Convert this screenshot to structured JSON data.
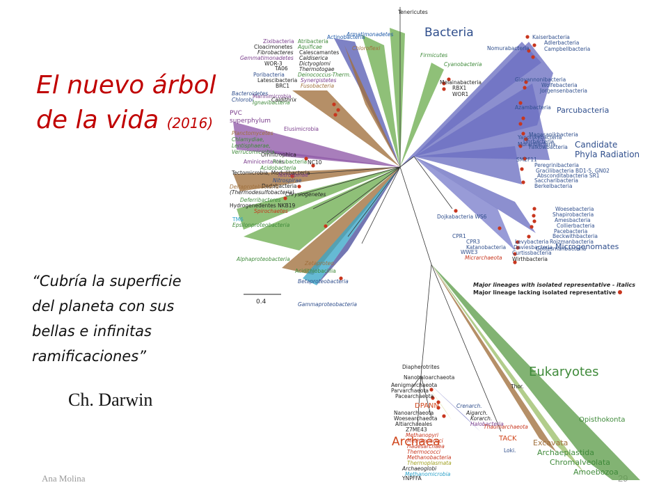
{
  "slide": {
    "title_line1": "El nuevo árbol",
    "title_line2": "de la vida",
    "title_year": "(2016)",
    "quote_lines": [
      "“Cubría la superficie",
      "del planeta con sus",
      "bellas e infinitas",
      "ramificaciones”"
    ],
    "author": "Ch. Darwin",
    "footer": "Ana Molina",
    "page_number": "29"
  },
  "tree": {
    "big_labels": {
      "bacteria": "Bacteria",
      "parcubacteria": "Parcubacteria",
      "cpr_line1": "Candidate",
      "cpr_line2": "Phyla Radiation",
      "microgenomates": "Microgenomates",
      "eukaryotes": "Eukaryotes",
      "archaea": "Archaea",
      "dpann": "DPANN",
      "tack": "TACK",
      "pvc_line1": "PVC",
      "pvc_line2": "superphylum",
      "scale": "0.4"
    },
    "legend": {
      "line1": "Major lineages with isolated representative - italics",
      "line2": "Major lineage lacking isolated representative -"
    },
    "eukaryote_groups": [
      "Opisthokonta",
      "Excavata",
      "Archaeplastida",
      "Chromalveolata",
      "Amoebozoa"
    ],
    "colors": {
      "bacteria_purple": "#6b6fc2",
      "green": "#6fae52",
      "brown": "#a0703c",
      "red_dot": "#c8361e",
      "title_red": "#c00000",
      "label_blue": "#2f4e8c",
      "euk_green": "#3f8a3a",
      "archaea_orange": "#d0461c"
    },
    "labels": [
      {
        "t": "Tenericutes",
        "c": "#222",
        "i": false
      },
      {
        "t": "Actinobacteria",
        "c": "#1f5aa8",
        "i": false
      },
      {
        "t": "Armatimonadetes",
        "c": "#1f5aa8",
        "i": true
      },
      {
        "t": "Chloroflexi",
        "c": "#a0703c",
        "i": true
      },
      {
        "t": "Firmicutes",
        "c": "#3f8a3a",
        "i": true
      },
      {
        "t": "Cyanobacteria",
        "c": "#3f8a3a",
        "i": true
      },
      {
        "t": "Melainabacteria",
        "c": "#222",
        "i": false
      },
      {
        "t": "RBX1",
        "c": "#222",
        "i": false
      },
      {
        "t": "WOR1",
        "c": "#222",
        "i": false
      },
      {
        "t": "Zixibacteria",
        "c": "#7a3d8c",
        "i": false
      },
      {
        "t": "Cloacimonetes",
        "c": "#222",
        "i": false
      },
      {
        "t": "Fibrobacteres",
        "c": "#222",
        "i": true
      },
      {
        "t": "Gemmatimonadetes",
        "c": "#7a3d8c",
        "i": true
      },
      {
        "t": "WOR-3",
        "c": "#222",
        "i": false
      },
      {
        "t": "TA06",
        "c": "#222",
        "i": false
      },
      {
        "t": "Poribacteria",
        "c": "#2f4e8c",
        "i": false
      },
      {
        "t": "Latescibacteria",
        "c": "#222",
        "i": false
      },
      {
        "t": "BRC1",
        "c": "#222",
        "i": false
      },
      {
        "t": "Marinimicrobia",
        "c": "#7a3d8c",
        "i": false
      },
      {
        "t": "Bacteroidetes",
        "c": "#2f4e8c",
        "i": true
      },
      {
        "t": "Chlorobi",
        "c": "#2f4e8c",
        "i": true
      },
      {
        "t": "Atribacteria",
        "c": "#3f8a3a",
        "i": false
      },
      {
        "t": "Aquificae",
        "c": "#3f8a3a",
        "i": true
      },
      {
        "t": "Calescamantes",
        "c": "#222",
        "i": false
      },
      {
        "t": "Caldiserica",
        "c": "#222",
        "i": true
      },
      {
        "t": "Dictyoglomi",
        "c": "#222",
        "i": true
      },
      {
        "t": "Thermotogae",
        "c": "#222",
        "i": true
      },
      {
        "t": "Deinococcus-Therm.",
        "c": "#3f8a3a",
        "i": true
      },
      {
        "t": "Synergistetes",
        "c": "#7a3d8c",
        "i": true
      },
      {
        "t": "Fusobacteria",
        "c": "#a0703c",
        "i": true
      },
      {
        "t": "Ignavibacteria",
        "c": "#3f8a3a",
        "i": true
      },
      {
        "t": "Caldithrix",
        "c": "#222",
        "i": true
      },
      {
        "t": "Planctomycetes",
        "c": "#a0703c",
        "i": true
      },
      {
        "t": "Chlamydiae,",
        "c": "#3f8a3a",
        "i": true
      },
      {
        "t": "Lentisphaerae,",
        "c": "#3f8a3a",
        "i": true
      },
      {
        "t": "Verrucomicrobia",
        "c": "#3f8a3a",
        "i": true
      },
      {
        "t": "Elusimicrobia",
        "c": "#7a3d8c",
        "i": false
      },
      {
        "t": "Omnitrophica",
        "c": "#222",
        "i": false
      },
      {
        "t": "NC10",
        "c": "#222",
        "i": false
      },
      {
        "t": "Aminicentantes",
        "c": "#7a3d8c",
        "i": false
      },
      {
        "t": "Rokubacteria",
        "c": "#3f8a3a",
        "i": false
      },
      {
        "t": "Acidobacteria",
        "c": "#3f8a3a",
        "i": true
      },
      {
        "t": "Tectomicrobia, Modulibacteria",
        "c": "#222",
        "i": false
      },
      {
        "t": "Nitrospinae",
        "c": "#7a3d8c",
        "i": true
      },
      {
        "t": "Nitrospirae",
        "c": "#2f4e8c",
        "i": true
      },
      {
        "t": "Dadabacteria",
        "c": "#222",
        "i": false
      },
      {
        "t": "Deltaprotebacteria",
        "c": "#a0703c",
        "i": true
      },
      {
        "t": "(Thermodesulfobacteria)",
        "c": "#222",
        "i": true
      },
      {
        "t": "Chrysiogenetes",
        "c": "#222",
        "i": true
      },
      {
        "t": "Deferribacteres",
        "c": "#3f8a3a",
        "i": true
      },
      {
        "t": "Hydrogenedentes NKB19",
        "c": "#222",
        "i": false
      },
      {
        "t": "Spirochaetes",
        "c": "#c8361e",
        "i": true
      },
      {
        "t": "TM6",
        "c": "#2aa0c8",
        "i": false
      },
      {
        "t": "Epsilonproteobacteria",
        "c": "#3f8a3a",
        "i": true
      },
      {
        "t": "Alphaproteobacteria",
        "c": "#3f8a3a",
        "i": true
      },
      {
        "t": "Zetaproteo.",
        "c": "#a0703c",
        "i": true
      },
      {
        "t": "Acidithiobacillia",
        "c": "#3f8a3a",
        "i": false
      },
      {
        "t": "Betaproteobacteria",
        "c": "#2f4e8c",
        "i": true
      },
      {
        "t": "Gammaproteobacteria",
        "c": "#2f4e8c",
        "i": true
      },
      {
        "t": "Nomurabacteria",
        "c": "#2f4e8c",
        "i": false
      },
      {
        "t": "Kaiserbacteria",
        "c": "#2f4e8c",
        "i": false
      },
      {
        "t": "Adlerbacteria",
        "c": "#2f4e8c",
        "i": false
      },
      {
        "t": "Campbellbacteria",
        "c": "#2f4e8c",
        "i": false
      },
      {
        "t": "Giovannonibacteria",
        "c": "#2f4e8c",
        "i": false
      },
      {
        "t": "Wolfebacteria",
        "c": "#2f4e8c",
        "i": false
      },
      {
        "t": "Jorgensenbacteria",
        "c": "#2f4e8c",
        "i": false
      },
      {
        "t": "Azambacteria",
        "c": "#2f4e8c",
        "i": false
      },
      {
        "t": "Yanofskybacteria",
        "c": "#2f4e8c",
        "i": false
      },
      {
        "t": "Moranbacteria",
        "c": "#2f4e8c",
        "i": false
      },
      {
        "t": "Magasanikbacteria",
        "c": "#2f4e8c",
        "i": false
      },
      {
        "t": "Uhrbacteria",
        "c": "#2f4e8c",
        "i": false
      },
      {
        "t": "Falkowbacteria",
        "c": "#2f4e8c",
        "i": false
      },
      {
        "t": "SM2F11",
        "c": "#2f4e8c",
        "i": false
      },
      {
        "t": "Peregrinibacteria",
        "c": "#2f4e8c",
        "i": false
      },
      {
        "t": "Gracilibacteria BD1-5, GN02",
        "c": "#2f4e8c",
        "i": false
      },
      {
        "t": "Absconditabacteria SR1",
        "c": "#2f4e8c",
        "i": false
      },
      {
        "t": "Saccharibacteria",
        "c": "#2f4e8c",
        "i": false
      },
      {
        "t": "Berkelbacteria",
        "c": "#2f4e8c",
        "i": false
      },
      {
        "t": "Woesebacteria",
        "c": "#2f4e8c",
        "i": false
      },
      {
        "t": "Shapirobacteria",
        "c": "#2f4e8c",
        "i": false
      },
      {
        "t": "Amesbacteria",
        "c": "#2f4e8c",
        "i": false
      },
      {
        "t": "Collierbacteria",
        "c": "#2f4e8c",
        "i": false
      },
      {
        "t": "Pacebacteria",
        "c": "#2f4e8c",
        "i": false
      },
      {
        "t": "Beckwithbacteria",
        "c": "#2f4e8c",
        "i": false
      },
      {
        "t": "Roizmanbacteria",
        "c": "#2f4e8c",
        "i": false
      },
      {
        "t": "Gottesmanbacteria",
        "c": "#2f4e8c",
        "i": false
      },
      {
        "t": "Levybacteria",
        "c": "#2f4e8c",
        "i": false
      },
      {
        "t": "Daviesbacteria",
        "c": "#2f4e8c",
        "i": false
      },
      {
        "t": "Curtissbacteria",
        "c": "#2f4e8c",
        "i": false
      },
      {
        "t": "Wirthbacteria",
        "c": "#222",
        "i": false
      },
      {
        "t": "Dojkabacteria WS6",
        "c": "#2f4e8c",
        "i": false
      },
      {
        "t": "CPR1",
        "c": "#2f4e8c",
        "i": false
      },
      {
        "t": "CPR3",
        "c": "#2f4e8c",
        "i": false
      },
      {
        "t": "Katanobacteria",
        "c": "#2f4e8c",
        "i": false
      },
      {
        "t": "WWE3",
        "c": "#2f4e8c",
        "i": false
      },
      {
        "t": "Micrarchaeota",
        "c": "#c8361e",
        "i": true
      },
      {
        "t": "Diapherotrites",
        "c": "#222",
        "i": false
      },
      {
        "t": "Nanohaloarchaeota",
        "c": "#222",
        "i": false
      },
      {
        "t": "Aenigmarchaeota",
        "c": "#222",
        "i": false
      },
      {
        "t": "Parvarchaeota",
        "c": "#222",
        "i": false
      },
      {
        "t": "Pacearchaeota",
        "c": "#222",
        "i": false
      },
      {
        "t": "Nanoarchaeota",
        "c": "#222",
        "i": false
      },
      {
        "t": "Woesearchaeota",
        "c": "#222",
        "i": false
      },
      {
        "t": "Altiarchaeales",
        "c": "#222",
        "i": false
      },
      {
        "t": "Z7ME43",
        "c": "#222",
        "i": false
      },
      {
        "t": "Methanopyri",
        "c": "#c8361e",
        "i": true
      },
      {
        "t": "Methanococci",
        "c": "#c8361e",
        "i": true
      },
      {
        "t": "Hadesarchaea",
        "c": "#c8361e",
        "i": true
      },
      {
        "t": "Thermococci",
        "c": "#c8361e",
        "i": true
      },
      {
        "t": "Methanobacteria",
        "c": "#c8361e",
        "i": true
      },
      {
        "t": "Thermoplasmata",
        "c": "#a0a020",
        "i": true
      },
      {
        "t": "Archaeoglobi",
        "c": "#222",
        "i": true
      },
      {
        "t": "Methanomicrobia",
        "c": "#2aa0c8",
        "i": true
      },
      {
        "t": "YNPFFA",
        "c": "#222",
        "i": false
      },
      {
        "t": "Crenarch.",
        "c": "#2f4e8c",
        "i": true
      },
      {
        "t": "Aigarch.",
        "c": "#222",
        "i": true
      },
      {
        "t": "Korarch.",
        "c": "#222",
        "i": true
      },
      {
        "t": "Halobacteria",
        "c": "#7a3d8c",
        "i": true
      },
      {
        "t": "Thaumarchaeota",
        "c": "#c8361e",
        "i": true
      },
      {
        "t": "Loki.",
        "c": "#2f4e8c",
        "i": false
      },
      {
        "t": "Thor.",
        "c": "#222",
        "i": false
      }
    ]
  }
}
